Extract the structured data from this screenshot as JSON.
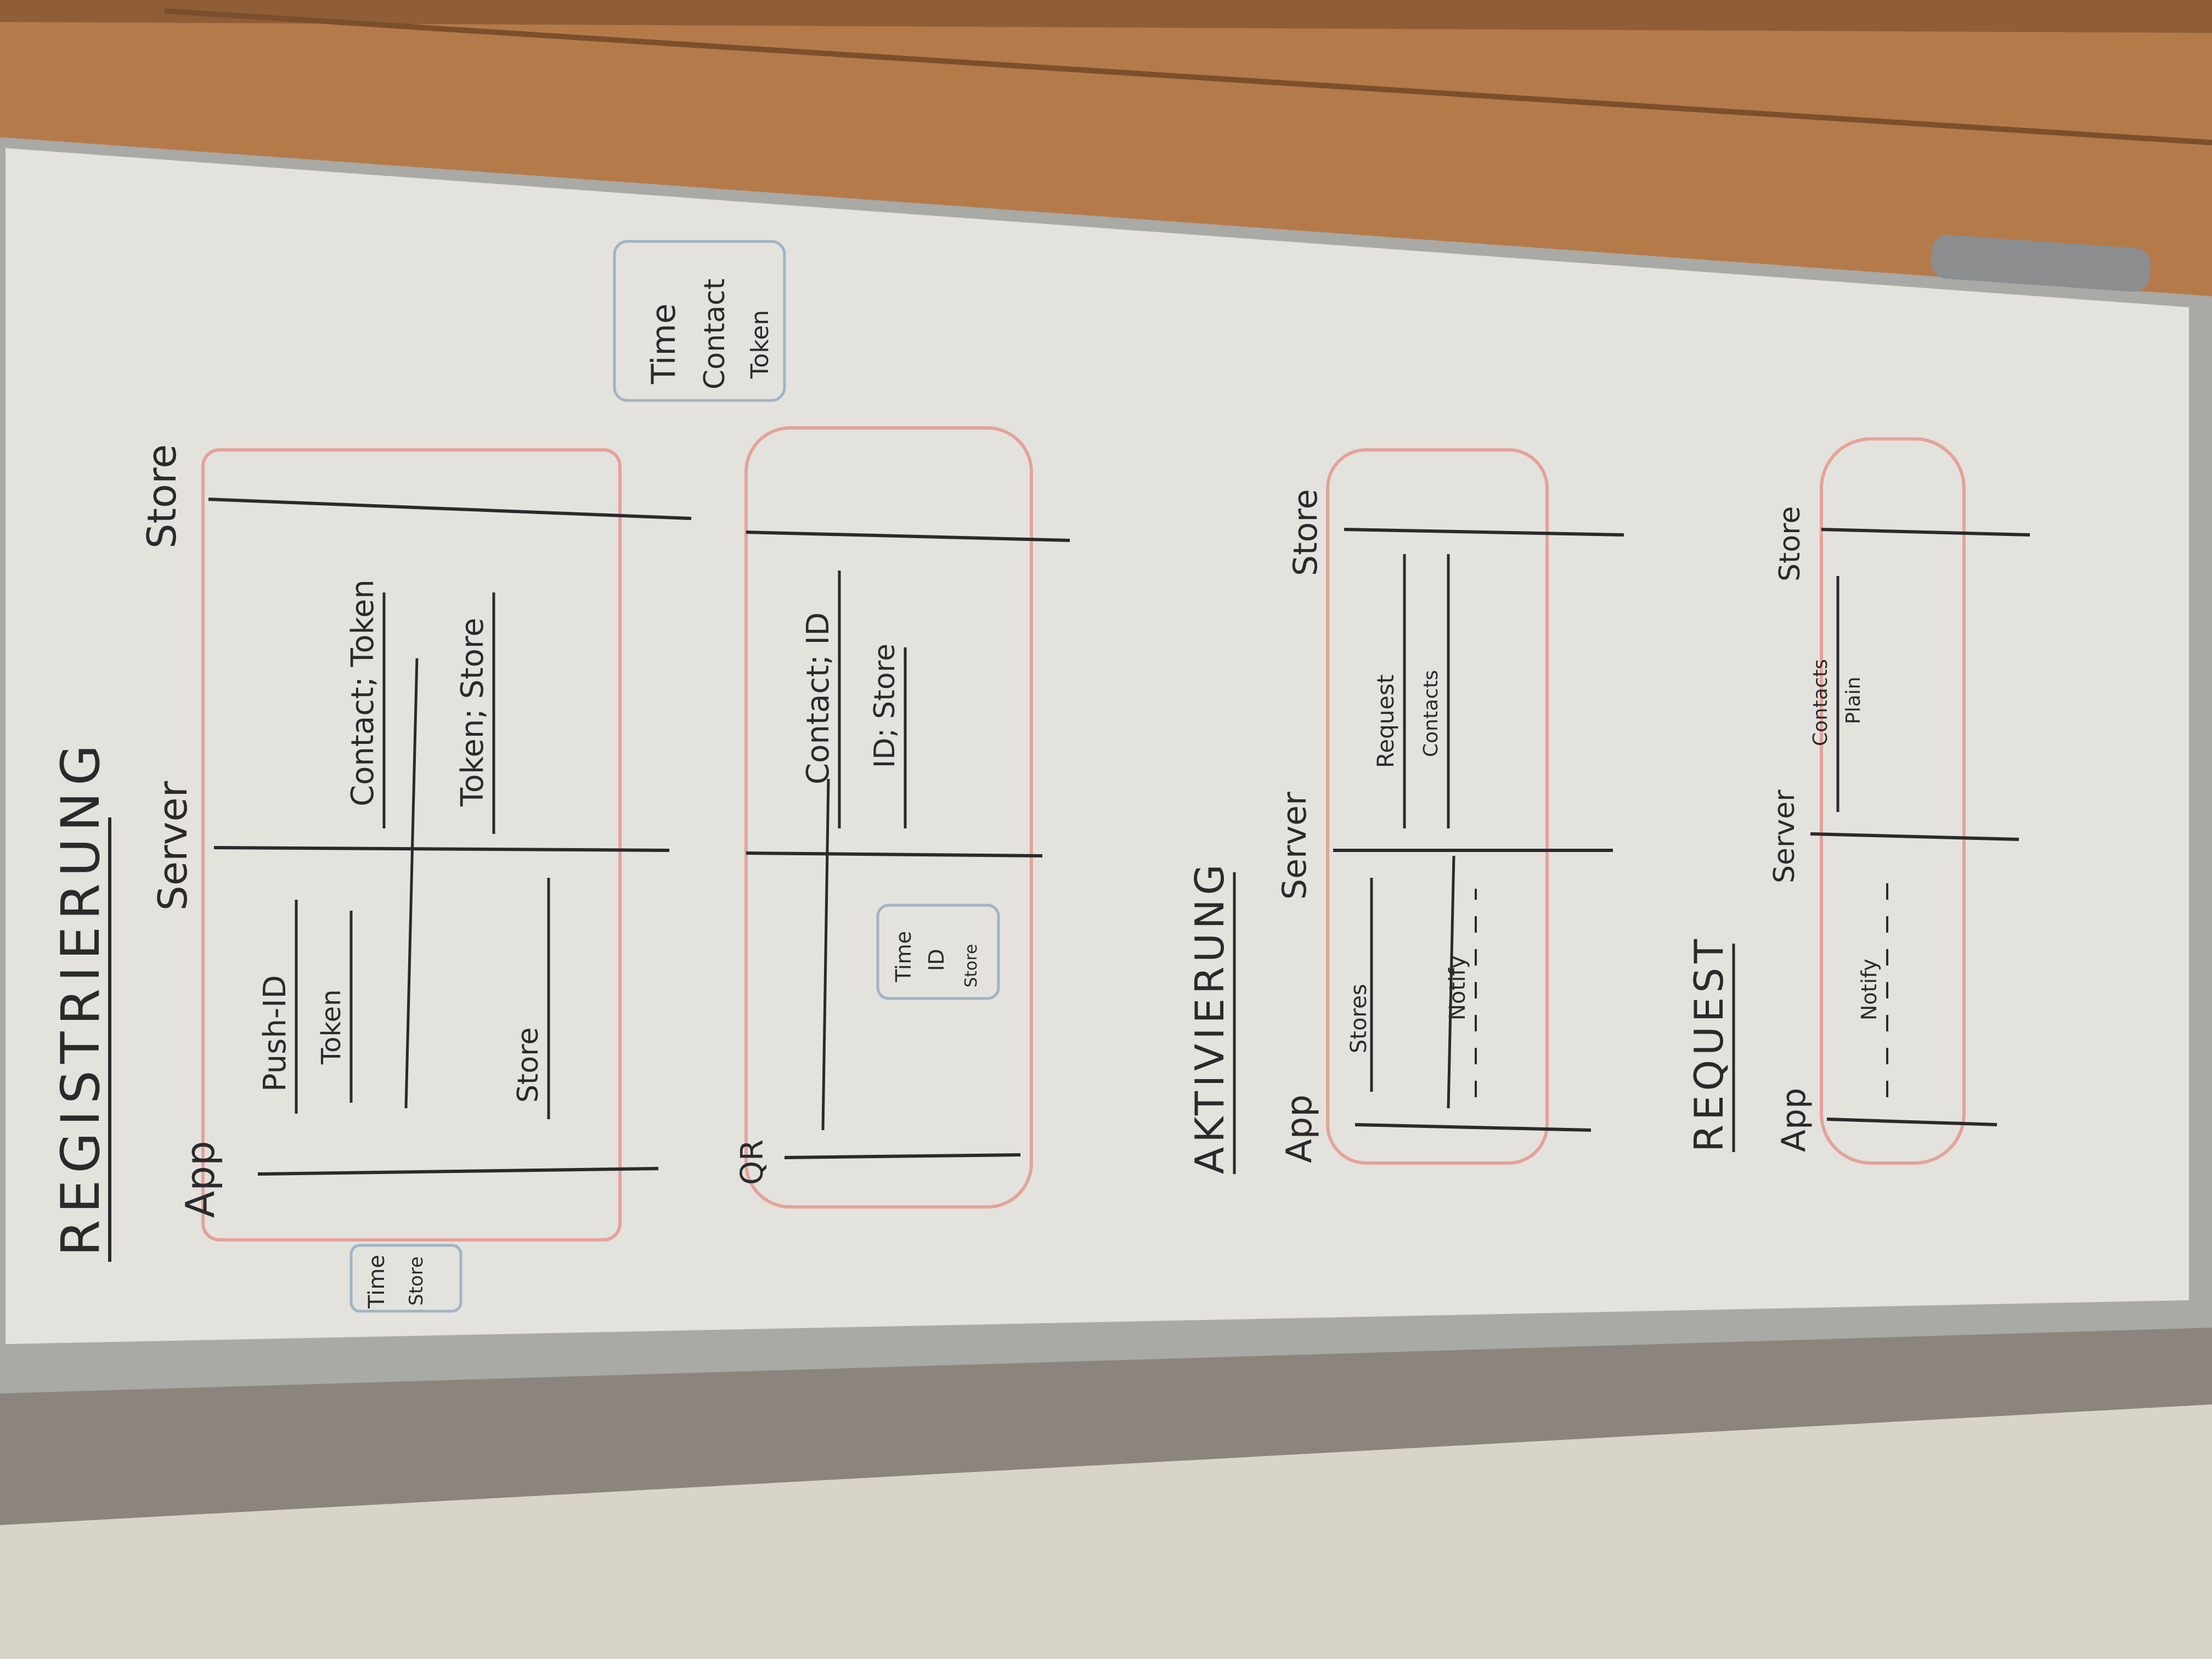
{
  "colors": {
    "wood": "#b57a4a",
    "board": "#e4e2dd",
    "frame": "#a9a9a5",
    "wall": "#d9d4c8",
    "marker_black": "#2a2a2c",
    "marker_red": "#e3a39a",
    "marker_blue": "#9fb4c6"
  },
  "sections": [
    {
      "title": "REGISTRIERUNG",
      "lanes": [
        "App",
        "Server",
        "Store"
      ],
      "messages": [
        "Push-ID",
        "Token",
        "Contact; Token",
        "Token; Store",
        "Store"
      ],
      "db": [
        "Time",
        "Store"
      ]
    },
    {
      "lanes": [
        "QR"
      ],
      "messages": [
        "Contact; ID",
        "ID; Store"
      ],
      "db": [
        "Time",
        "ID",
        "Store"
      ],
      "db_right": [
        "Time",
        "Contact",
        "Token"
      ]
    },
    {
      "title": "AKTIVIERUNG",
      "lanes": [
        "App",
        "Server",
        "Store"
      ],
      "messages": [
        "Stores",
        "Notify",
        "Request",
        "Contacts"
      ]
    },
    {
      "title": "REQUEST",
      "lanes": [
        "App",
        "Server",
        "Store"
      ],
      "messages": [
        "Notify",
        "Contacts",
        "Plain"
      ]
    }
  ]
}
